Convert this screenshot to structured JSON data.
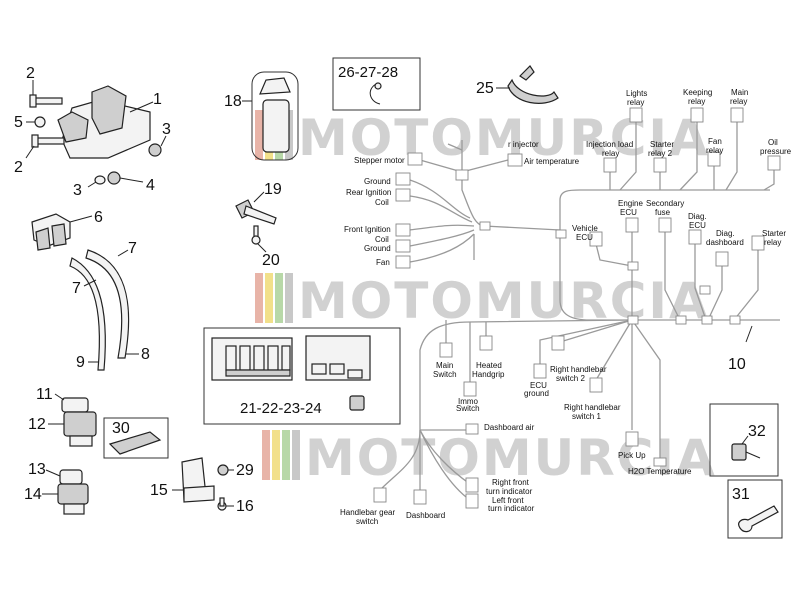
{
  "watermark": {
    "text": "MOTOMURCIA",
    "stripe_colors": [
      "#e8b4a8",
      "#f2e08a",
      "#b8d8a8",
      "#c8c8c8"
    ]
  },
  "part_numbers": {
    "p1": "1",
    "p2a": "2",
    "p2b": "2",
    "p3a": "3",
    "p3b": "3",
    "p4": "4",
    "p5": "5",
    "p6": "6",
    "p7a": "7",
    "p7b": "7",
    "p8": "8",
    "p9": "9",
    "p10": "10",
    "p11": "11",
    "p12": "12",
    "p13": "13",
    "p14": "14",
    "p15": "15",
    "p16": "16",
    "p18": "18",
    "p19": "19",
    "p20": "20",
    "p25": "25",
    "p26_28": "26-27-28",
    "p21_24": "21-22-23-24",
    "p29": "29",
    "p30": "30",
    "p31": "31",
    "p32": "32"
  },
  "connector_labels": {
    "injector": "r injector",
    "stepper_motor": "Stepper motor",
    "air_temperature": "Air temperature",
    "ground_1": "Ground",
    "rear_ignition_coil_1": "Rear Ignition",
    "rear_ignition_coil_2": "Coil",
    "front_ignition_coil_1": "Front Ignition",
    "front_ignition_coil_2": "Coil",
    "ground_2": "Ground",
    "fan_left": "Fan",
    "lights_relay_1": "Lights",
    "lights_relay_2": "relay",
    "keeping_relay_1": "Keeping",
    "keeping_relay_2": "relay",
    "main_relay_1": "Main",
    "main_relay_2": "relay",
    "injection_load_relay_1": "Injection load",
    "injection_load_relay_2": "relay",
    "starter_relay2_1": "Starter",
    "starter_relay2_2": "relay 2",
    "fan_relay_1": "Fan",
    "fan_relay_2": "relay",
    "oil_pressure_1": "Oil",
    "oil_pressure_2": "pressure",
    "engine_ecu_1": "Engine",
    "engine_ecu_2": "ECU",
    "secondary_fuse_1": "Secondary",
    "secondary_fuse_2": "fuse",
    "vehicle_ecu_1": "Vehicle",
    "vehicle_ecu_2": "ECU",
    "diag_ecu_1": "Diag.",
    "diag_ecu_2": "ECU",
    "diag_dashboard_1": "Diag.",
    "diag_dashboard_2": "dashboard",
    "starter_relay_1": "Starter",
    "starter_relay_2": "relay",
    "main_switch_1": "Main",
    "main_switch_2": "Switch",
    "heated_handgrip_1": "Heated",
    "heated_handgrip_2": "Handgrip",
    "immo_switch_1": "Immo",
    "immo_switch_2": "Switch",
    "ecu_ground_1": "ECU",
    "ecu_ground_2": "ground",
    "right_handlebar_switch2_1": "Right handlebar",
    "right_handlebar_switch2_2": "switch 2",
    "right_handlebar_switch1_1": "Right handlebar",
    "right_handlebar_switch1_2": "switch 1",
    "pick_up": "Pick Up",
    "h2o_temperature": "H2O Temperature",
    "dashboard_air": "Dashboard air",
    "right_front_turn_1": "Right front",
    "right_front_turn_2": "turn indicator",
    "left_front_turn_1": "Left front",
    "left_front_turn_2": "turn indicator",
    "handlebar_gear_switch_1": "Handlebar gear",
    "handlebar_gear_switch_2": "switch",
    "dashboard": "Dashboard"
  }
}
